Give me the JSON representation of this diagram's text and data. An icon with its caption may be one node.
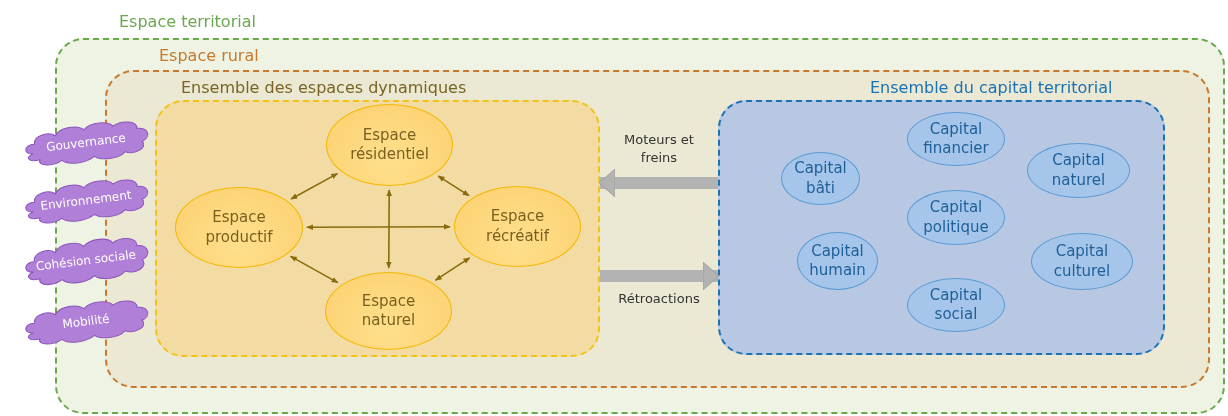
{
  "diagram": {
    "nodes": [
      {
        "text": [
          "Espace territorial"
        ]
      },
      {
        "text": [
          "Espace rural"
        ],
        "in": 0
      },
      {
        "text": [
          "Ensemble des espaces dynamiques"
        ],
        "in": 1
      },
      {
        "text": [
          "Espace résidentiel"
        ],
        "in": 2
      },
      {
        "text": [
          "Espace productif"
        ],
        "in": 2
      },
      {
        "text": [
          "Espace récréatif"
        ],
        "in": 2
      },
      {
        "text": [
          "Espace naturel"
        ],
        "in": 2
      },
      {
        "text": [
          "Ensemble du capital territorial"
        ],
        "in": 1
      },
      {
        "text": [
          "Capital financier"
        ],
        "in": 7
      },
      {
        "text": [
          "Capital bâti"
        ],
        "in": 7
      },
      {
        "text": [
          "Capital naturel"
        ],
        "in": 7
      },
      {
        "text": [
          "Capital politique"
        ],
        "in": 7
      },
      {
        "text": [
          "Capital humain"
        ],
        "in": 7
      },
      {
        "text": [
          "Capital culturel"
        ],
        "in": 7
      },
      {
        "text": [
          "Capital social"
        ],
        "in": 7
      },
      {
        "text": [
          "Gouvernance"
        ]
      },
      {
        "text": [
          "Environnement"
        ]
      },
      {
        "text": [
          "Cohésion sociale"
        ]
      },
      {
        "text": [
          "Mobilité"
        ]
      }
    ],
    "edges": [
      {
        "from": 4,
        "to": 3,
        "arrow": "both"
      },
      {
        "from": 3,
        "to": 5,
        "arrow": "both"
      },
      {
        "from": 4,
        "to": 5,
        "arrow": "both"
      },
      {
        "from": 3,
        "to": 6,
        "arrow": "both"
      },
      {
        "from": 4,
        "to": 6,
        "arrow": "both"
      },
      {
        "from": 5,
        "to": 6,
        "arrow": "both"
      },
      {
        "from": 7,
        "to": 2,
        "arrow": "to",
        "label": "Moteurs et freins",
        "style": "thick",
        "color": "#b3b3b3"
      },
      {
        "from": 2,
        "to": 7,
        "arrow": "to",
        "label": "Rétroactions",
        "style": "thick",
        "color": "#b3b3b3"
      }
    ]
  }
}
